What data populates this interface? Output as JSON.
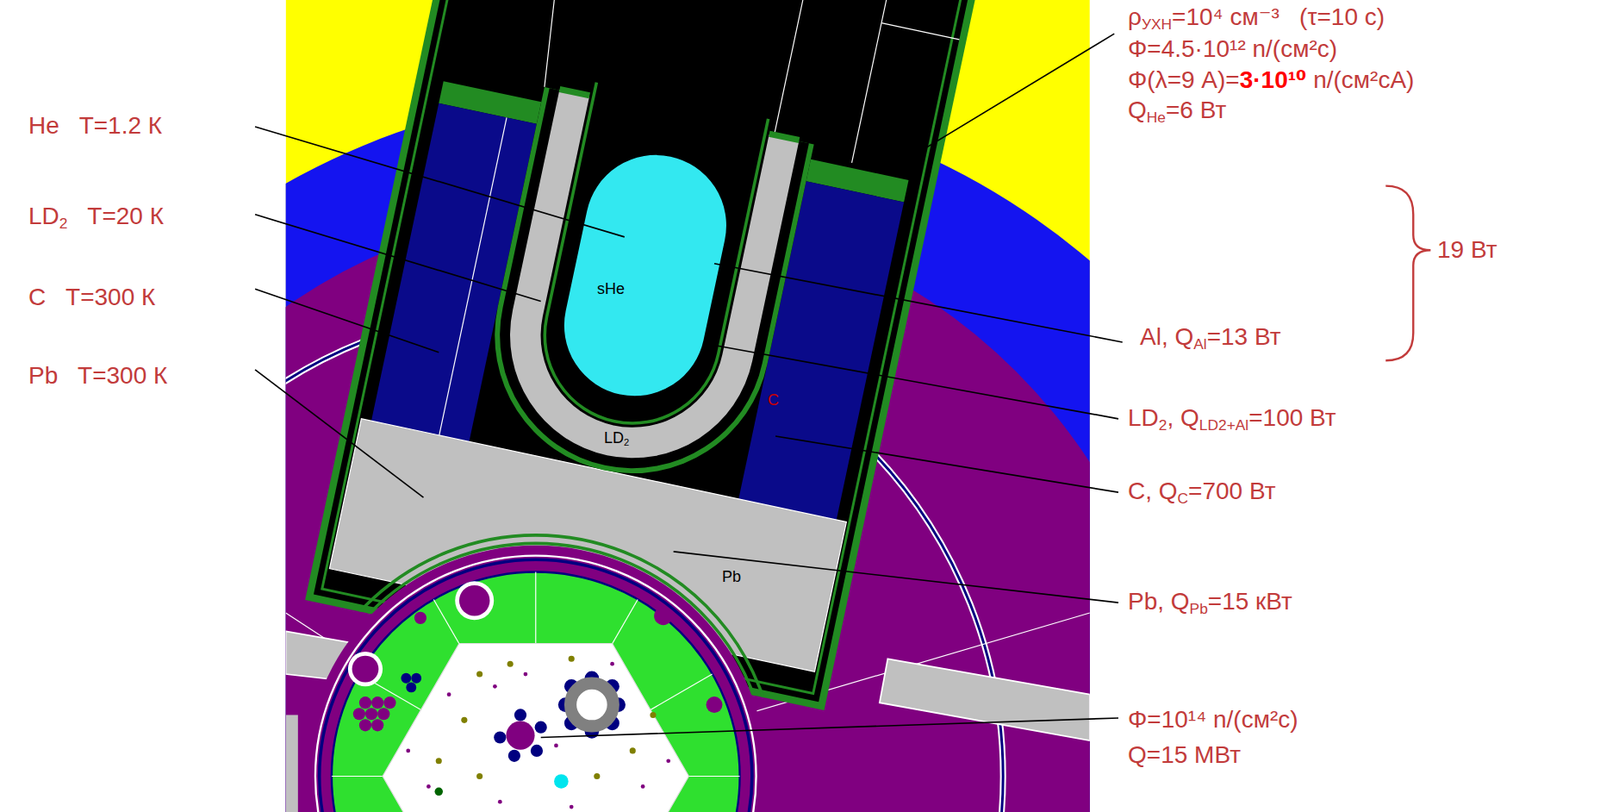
{
  "diagram": {
    "labels": [
      "He   T=1.2 К",
      "LD2   T=20 К",
      "C   T=300 К",
      "Pb   T=300 К",
      "ρУХН=10⁴ см⁻³   (τ=10 с)",
      "Φ=4.5·10¹² n/(см²с)",
      "Φ(λ=9 A)=3·10¹⁰ n/(см²cA)",
      "QHe=6 Вт",
      "19 Вт",
      "Al, QAl=13 Вт",
      "LD2, QLD2+Al=100 Вт",
      "C, QC=700 Вт",
      "Pb, QPb=15 кВт",
      "Φ=10¹⁴ n/(см²с)",
      "Q=15 МВт",
      "sHe",
      "LD2",
      "C",
      "Pb"
    ]
  }
}
